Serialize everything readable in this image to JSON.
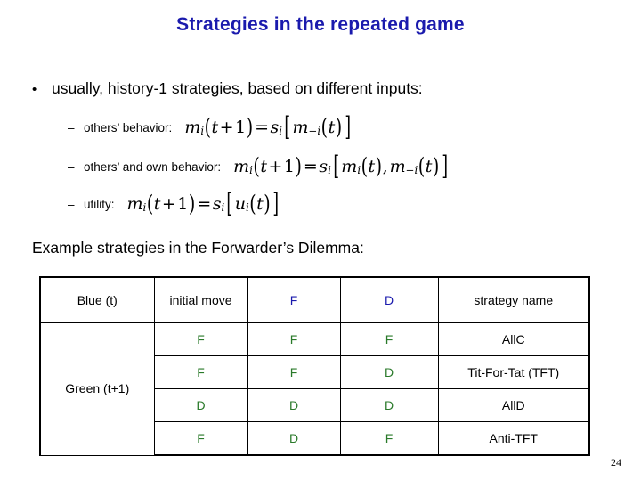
{
  "slide": {
    "title": "Strategies in the repeated game",
    "title_color": "#1a1aad",
    "page_number": "24"
  },
  "bullet": {
    "marker": "•",
    "text": "usually, history-1 strategies, based on different inputs:"
  },
  "subitems": [
    {
      "marker": "–",
      "label": "others’ behavior:",
      "formula_text": "m_i(t+1) = s_i[ m_-i(t) ]",
      "formula": {
        "lhs_var": "m",
        "lhs_sub": "i",
        "arg_open": "(",
        "arg_var": "t",
        "arg_op": "+",
        "arg_num": "1",
        "arg_close": ")",
        "equals": "=",
        "fn_var": "s",
        "fn_sub": "i",
        "brk_open": "[",
        "brk_close": "]",
        "terms": [
          {
            "var": "m",
            "sub": "−i",
            "open": "(",
            "arg": "t",
            "close": ")"
          }
        ]
      }
    },
    {
      "marker": "–",
      "label": "others’ and own behavior:",
      "formula_text": "m_i(t+1) = s_i[ m_i(t), m_-i(t) ]",
      "formula": {
        "lhs_var": "m",
        "lhs_sub": "i",
        "arg_open": "(",
        "arg_var": "t",
        "arg_op": "+",
        "arg_num": "1",
        "arg_close": ")",
        "equals": "=",
        "fn_var": "s",
        "fn_sub": "i",
        "brk_open": "[",
        "brk_close": "]",
        "terms": [
          {
            "var": "m",
            "sub": "i",
            "open": "(",
            "arg": "t",
            "close": ")",
            "comma": ","
          },
          {
            "var": "m",
            "sub": "−i",
            "open": "(",
            "arg": "t",
            "close": ")"
          }
        ]
      }
    },
    {
      "marker": "–",
      "label": "utility:",
      "formula_text": "m_i(t+1) = s_i[ u_i(t) ]",
      "formula": {
        "lhs_var": "m",
        "lhs_sub": "i",
        "arg_open": "(",
        "arg_var": "t",
        "arg_op": "+",
        "arg_num": "1",
        "arg_close": ")",
        "equals": "=",
        "fn_var": "s",
        "fn_sub": "i",
        "brk_open": "[",
        "brk_close": "]",
        "terms": [
          {
            "var": "u",
            "sub": "i",
            "open": "(",
            "arg": "t",
            "close": ")"
          }
        ]
      }
    }
  ],
  "example": {
    "caption": "Example strategies in the Forwarder’s Dilemma:"
  },
  "table": {
    "colors": {
      "blue": "#1a1aad",
      "green": "#2a7a2a"
    },
    "header": {
      "corner": "Blue (t)",
      "initial": "initial move",
      "f": "F",
      "d": "D",
      "name": "strategy name"
    },
    "row_label": "Green (t+1)",
    "rows": [
      {
        "initial": "F",
        "f": "F",
        "d": "F",
        "name": "AllC"
      },
      {
        "initial": "F",
        "f": "F",
        "d": "D",
        "name": "Tit-For-Tat (TFT)"
      },
      {
        "initial": "D",
        "f": "D",
        "d": "D",
        "name": "AllD"
      },
      {
        "initial": "F",
        "f": "D",
        "d": "F",
        "name": "Anti-TFT"
      }
    ]
  }
}
